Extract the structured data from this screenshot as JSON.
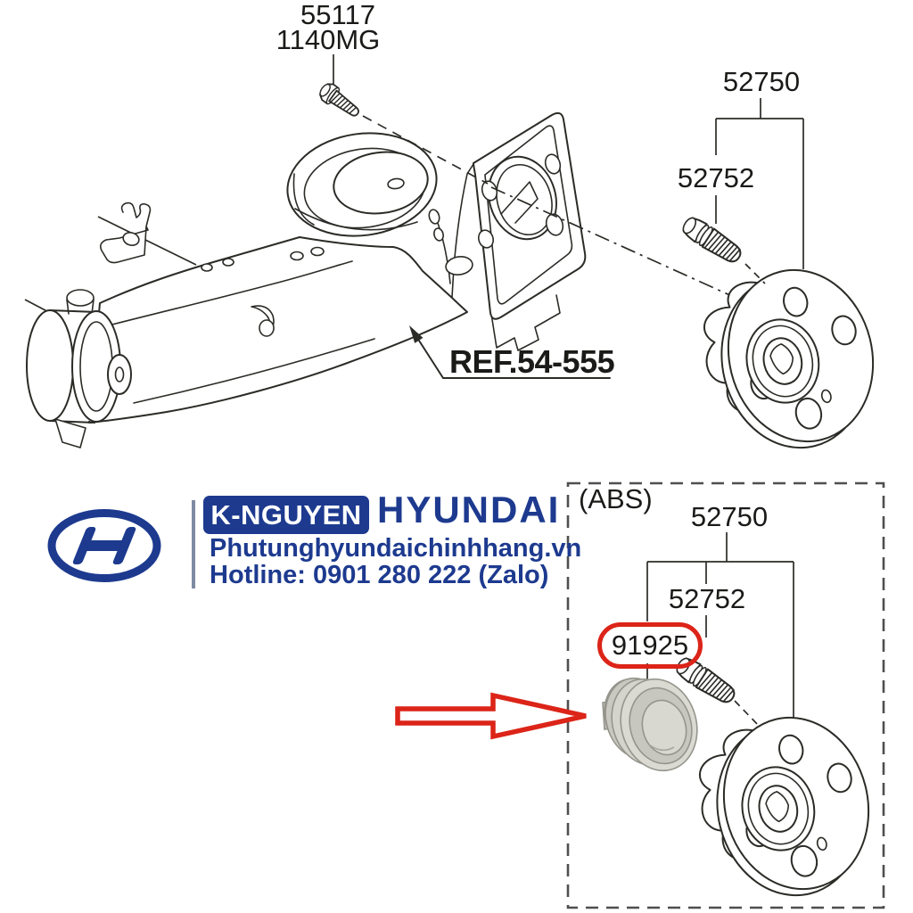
{
  "main_diagram": {
    "bolt_part_number": "55117",
    "bolt_part_code": "1140MG",
    "hub_assembly_number": "52750",
    "hub_bolt_number": "52752",
    "reference_label": "REF.54-555"
  },
  "abs_panel": {
    "panel_label": "(ABS)",
    "hub_assembly_number": "52750",
    "hub_bolt_number": "52752",
    "sensor_cap_number": "91925"
  },
  "watermark": {
    "badge_text": "K-NGUYEN",
    "brand_text": "HYUNDAI",
    "website": "Phutunghyundaichinhhang.vn",
    "hotline": "Hotline: 0901 280 222 (Zalo)"
  },
  "colors": {
    "line": "#2b2b27",
    "accent_red": "#dc2418",
    "brand_blue": "#1d3a8f",
    "cap_gray": "#d6d6cf"
  }
}
